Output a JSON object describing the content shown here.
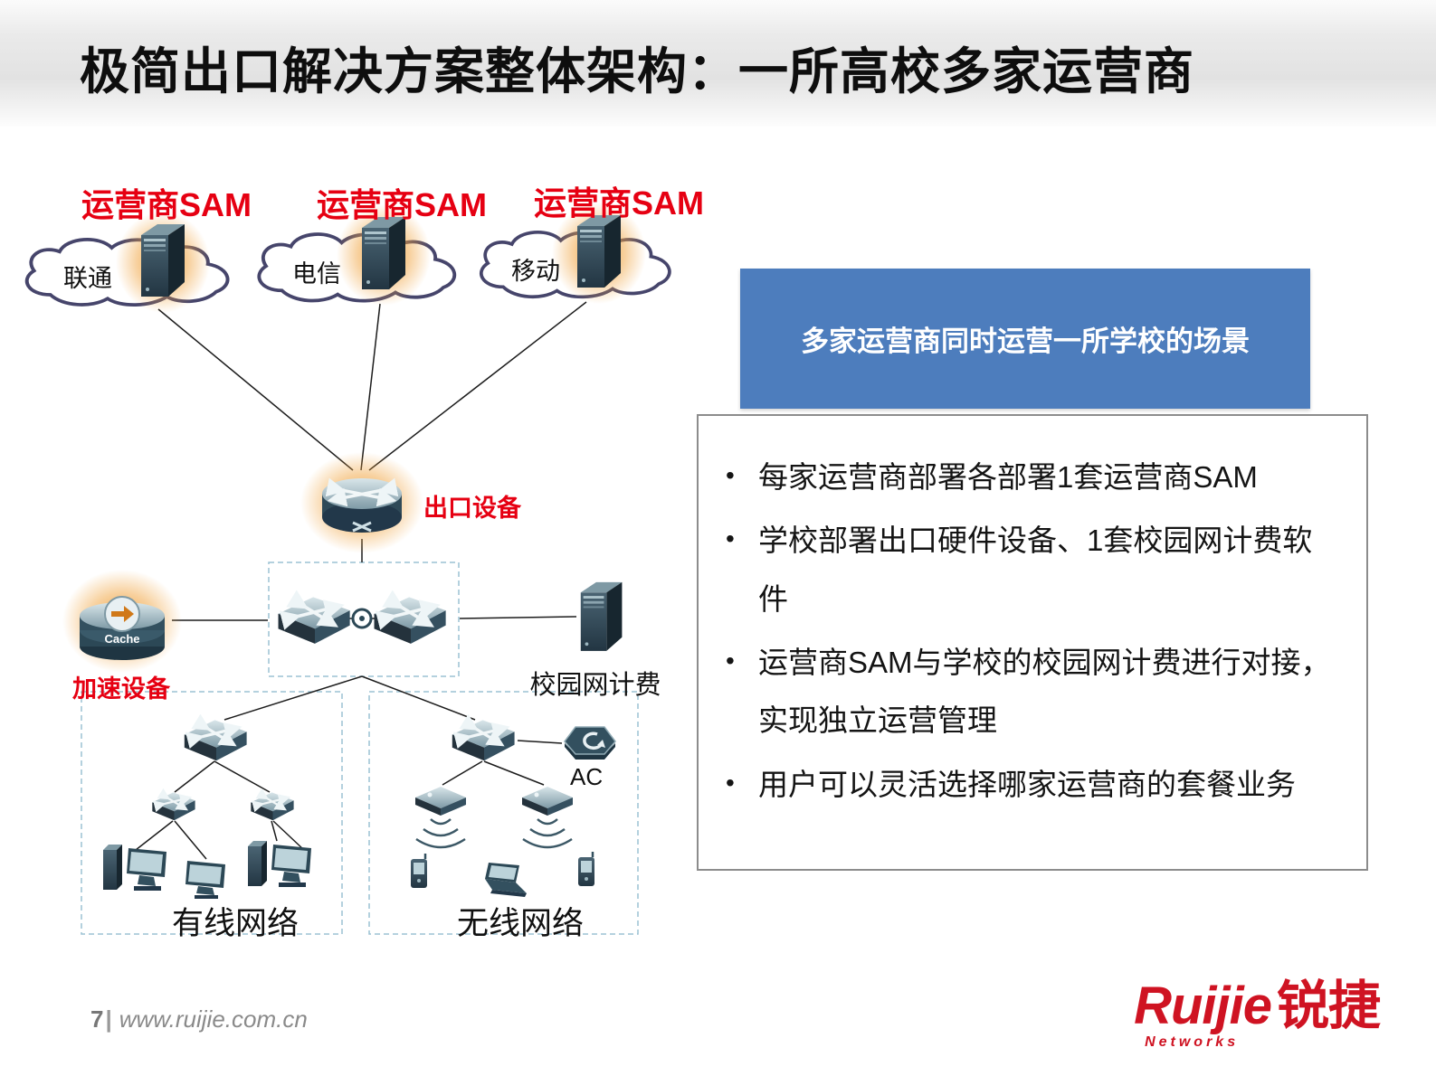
{
  "slide": {
    "title": "极简出口解决方案整体架构：一所高校多家运营商"
  },
  "diagram": {
    "operators": [
      {
        "sam_label": "运营商SAM",
        "cloud_label": "联通"
      },
      {
        "sam_label": "运营商SAM",
        "cloud_label": "电信"
      },
      {
        "sam_label": "运营商SAM",
        "cloud_label": "移动"
      }
    ],
    "exit_device_label": "出口设备",
    "cache_device_text": "Cache",
    "accelerator_label": "加速设备",
    "billing_server_label": "校园网计费",
    "ac_label": "AC",
    "wired_network_label": "有线网络",
    "wireless_network_label": "无线网络"
  },
  "panel": {
    "banner": "多家运营商同时运营一所学校的场景",
    "bullet_char": "•",
    "bullets": [
      "每家运营商部署各部署1套运营商SAM",
      "学校部署出口硬件设备、1套校园网计费软件",
      "运营商SAM与学校的校园网计费进行对接，实现独立运营管理",
      "用户可以灵活选择哪家运营商的套餐业务"
    ]
  },
  "footer": {
    "page_number": "7",
    "separator": "|",
    "url": "www.ruijie.com.cn",
    "logo_en": "Ruijie",
    "logo_cn": "锐捷",
    "logo_sub": "Networks"
  },
  "colors": {
    "accent_red": "#e60012",
    "panel_blue": "#4d7dbd",
    "logo_red": "#cf1322",
    "glow_orange": "#f0a23c"
  }
}
